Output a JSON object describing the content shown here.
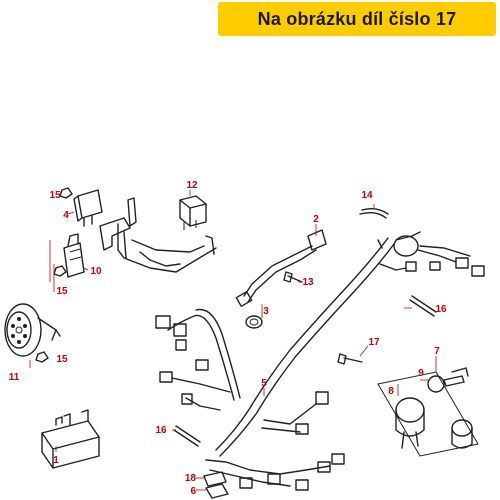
{
  "banner": {
    "text": "Na obrázku díl číslo 17"
  },
  "colors": {
    "banner_bg": "#ffcc00",
    "callout": "#cc0000",
    "line": "#222222"
  },
  "callouts": [
    {
      "id": "c1",
      "text": "1"
    },
    {
      "id": "c2",
      "text": "2"
    },
    {
      "id": "c3",
      "text": "3"
    },
    {
      "id": "c4",
      "text": "4"
    },
    {
      "id": "c5",
      "text": "5"
    },
    {
      "id": "c6",
      "text": "6"
    },
    {
      "id": "c7",
      "text": "7"
    },
    {
      "id": "c8",
      "text": "8"
    },
    {
      "id": "c9",
      "text": "9"
    },
    {
      "id": "c10",
      "text": "10"
    },
    {
      "id": "c11",
      "text": "11"
    },
    {
      "id": "c12",
      "text": "12"
    },
    {
      "id": "c13",
      "text": "13"
    },
    {
      "id": "c14",
      "text": "14"
    },
    {
      "id": "c15a",
      "text": "15"
    },
    {
      "id": "c15b",
      "text": "15"
    },
    {
      "id": "c15c",
      "text": "15"
    },
    {
      "id": "c16a",
      "text": "16"
    },
    {
      "id": "c16b",
      "text": "16"
    },
    {
      "id": "c17",
      "text": "17"
    },
    {
      "id": "c18",
      "text": "18"
    }
  ]
}
